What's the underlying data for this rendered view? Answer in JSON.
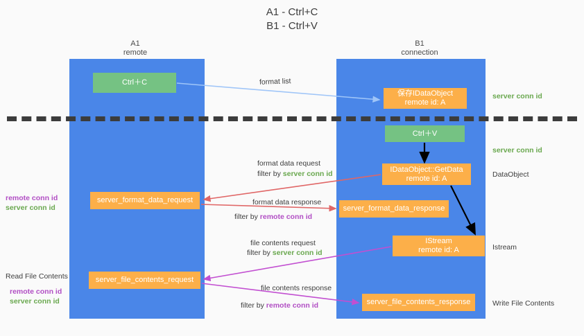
{
  "title": "A1 - Ctrl+C\nB1 - Ctrl+V",
  "lanes": [
    {
      "name": "lane-a1",
      "label": "A1\nremote"
    },
    {
      "name": "lane-b1",
      "label": "B1\nconnection"
    }
  ],
  "boxes": {
    "ctrl_c": "Ctrl＋C",
    "idataobject": "保存IDataObject\nremote id: A",
    "ctrl_v": "Ctrl＋V",
    "getdata": "IDataObject::GetData\nremote id: A",
    "format_data_request": "server_format_data_request",
    "format_data_response": "server_format_data_response",
    "istream": "IStream\nremote id: A",
    "file_contents_request": "server_file_contents_request",
    "file_contents_response": "server_file_contents_response"
  },
  "edges": {
    "format_list": "format list",
    "format_data_request": "format data request",
    "format_data_request_filter_prefix": "filter by ",
    "format_data_request_filter_key": "server conn id",
    "format_data_response": "format data response",
    "format_data_response_filter_prefix": "filter by ",
    "format_data_response_filter_key": "remote conn id",
    "file_contents_request": "file contents request",
    "file_contents_request_filter_prefix": "filter by ",
    "file_contents_request_filter_key": "server conn id",
    "file_contents_response": "file contents response",
    "file_contents_response_filter_prefix": "filter by ",
    "file_contents_response_filter_key": "remote conn id"
  },
  "annotations": {
    "server_conn_id_top": "server conn id",
    "server_conn_id_mid": "server conn id",
    "dataobject": "DataObject",
    "istream": "Istream",
    "write_file_contents": "Write File Contents",
    "left_remote_conn_id_1": "remote conn id",
    "left_server_conn_id_1": "server conn id",
    "read_file_contents": "Read File Contents",
    "left_remote_conn_id_2": "remote conn id",
    "left_server_conn_id_2": "server conn id"
  },
  "colors": {
    "lane": "#4a86e8",
    "green_box": "#75c283",
    "orange_box": "#fcaf49",
    "server_conn_id": "#6aa84f",
    "remote_conn_id": "#b14ec4",
    "arrow_format_list": "#9fc5f8",
    "arrow_format_data": "#e06666",
    "arrow_file_contents": "#c24fd1",
    "arrow_internal": "#000000",
    "background": "#fafafa",
    "text": "#3c3c3c"
  }
}
